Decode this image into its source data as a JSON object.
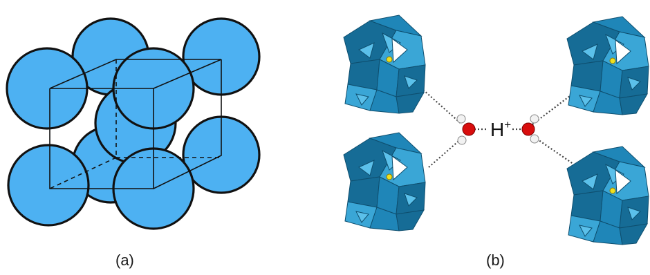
{
  "colors": {
    "sphere_fill": "#4db1f2",
    "polyhedra": "#2a95c8",
    "oxygen": "#d80d0d",
    "hydrogen": "#f2f2f2",
    "central_atom": "#f0e020"
  },
  "panel_a": {
    "label": "(a)"
  },
  "panel_b": {
    "label": "(b)",
    "proton_symbol": "H",
    "proton_charge": "+"
  }
}
